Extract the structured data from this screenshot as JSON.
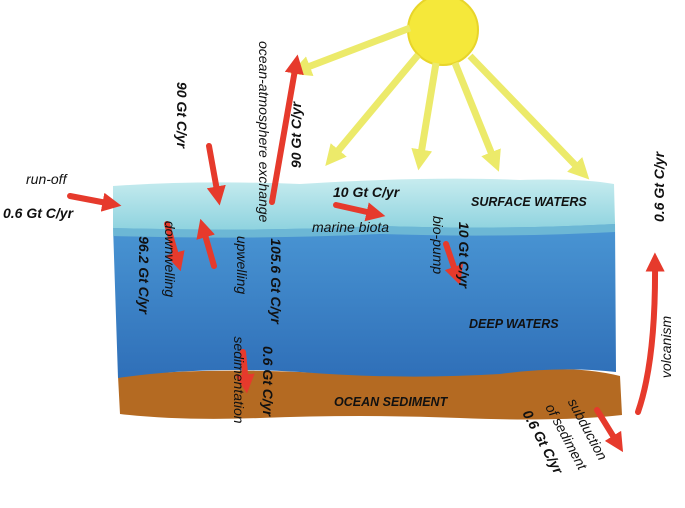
{
  "layers": {
    "surface": "SURFACE WATERS",
    "deep": "DEEP WATERS",
    "sediment": "OCEAN SEDIMENT"
  },
  "fluxes": {
    "runoff": {
      "label": "run-off",
      "value": "0.6 Gt C/yr"
    },
    "ocean_atmosphere": {
      "label": "ocean-atmosphere exchange",
      "down_value": "90 Gt C/yr",
      "up_value": "90 Gt C/yr"
    },
    "marine_biota": {
      "label": "marine biota",
      "value": "10 Gt C/yr"
    },
    "bio_pump": {
      "label": "bio-pump",
      "value": "10 Gt C/yr"
    },
    "downwelling": {
      "label": "downwelling",
      "value": "96.2 Gt C/yr"
    },
    "upwelling": {
      "label": "upwelling",
      "value": "105.6 Gt C/yr"
    },
    "sedimentation": {
      "label": "sedimentation",
      "value": "0.6 Gt C/yr"
    },
    "volcanism": {
      "label": "volcanism",
      "value": "0.6 Gt C/yr"
    },
    "subduction": {
      "label_line1": "subduction",
      "label_line2": "of sediment",
      "value": "0.6 Gt C/yr"
    }
  },
  "colors": {
    "sun": "#f5e83a",
    "sun_rays": "#ecea6a",
    "surface_water": "#a8dde4",
    "deep_water": "#3f86c9",
    "sediment": "#b46a22",
    "arrow": "#e63a2c"
  }
}
